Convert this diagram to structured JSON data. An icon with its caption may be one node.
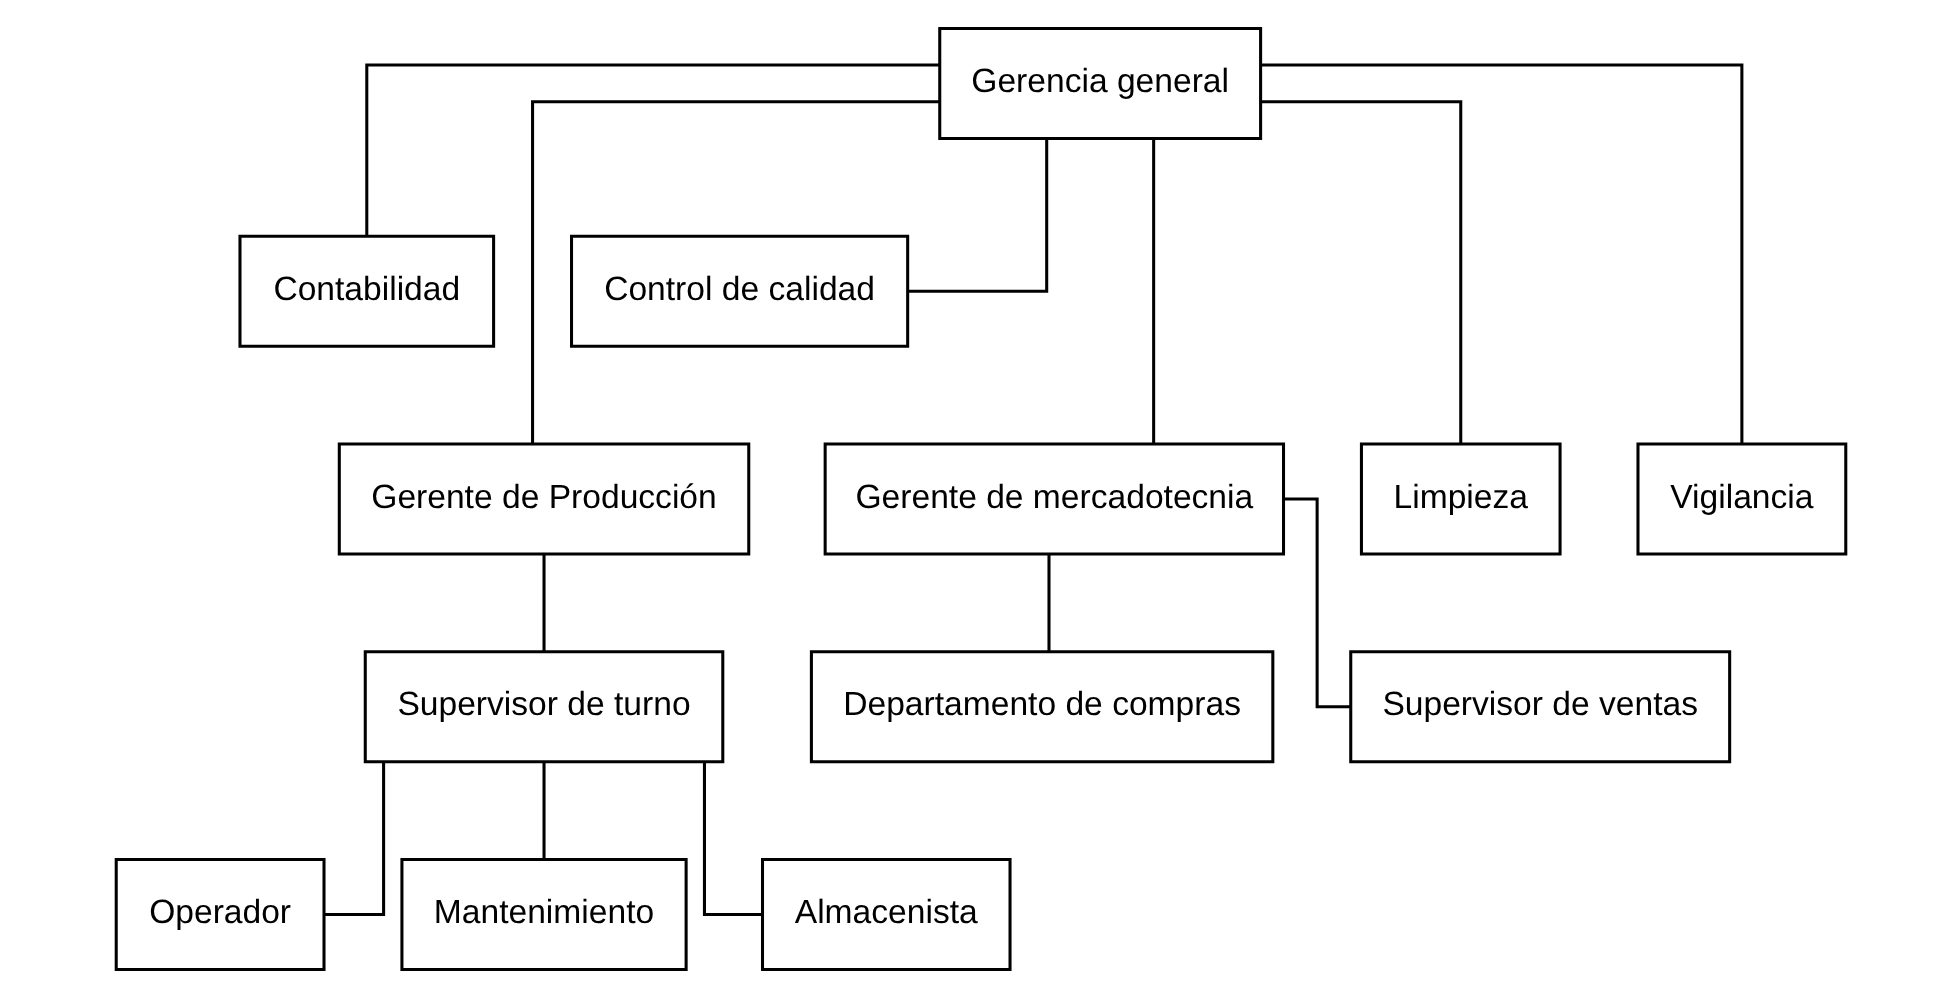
{
  "diagram": {
    "nodes": [
      {
        "text": [
          "Gerencia general"
        ]
      },
      {
        "text": [
          "Contabilidad"
        ]
      },
      {
        "text": [
          "Control de calidad"
        ]
      },
      {
        "text": [
          "Gerente de Producción"
        ]
      },
      {
        "text": [
          "Gerente de mercadotecnia"
        ]
      },
      {
        "text": [
          "Limpieza"
        ]
      },
      {
        "text": [
          "Vigilancia"
        ]
      },
      {
        "text": [
          "Supervisor de turno"
        ]
      },
      {
        "text": [
          "Departamento de compras"
        ]
      },
      {
        "text": [
          "Supervisor de ventas"
        ]
      },
      {
        "text": [
          "Operador"
        ]
      },
      {
        "text": [
          "Mantenimiento"
        ]
      },
      {
        "text": [
          "Almacenista"
        ]
      }
    ],
    "edges": [
      {
        "from": 0,
        "to": 1,
        "arrow": "none"
      },
      {
        "from": 0,
        "to": 2,
        "arrow": "none"
      },
      {
        "from": 0,
        "to": 3,
        "arrow": "none"
      },
      {
        "from": 0,
        "to": 4,
        "arrow": "none"
      },
      {
        "from": 0,
        "to": 5,
        "arrow": "none"
      },
      {
        "from": 0,
        "to": 6,
        "arrow": "none"
      },
      {
        "from": 3,
        "to": 7,
        "arrow": "none"
      },
      {
        "from": 4,
        "to": 8,
        "arrow": "none"
      },
      {
        "from": 4,
        "to": 9,
        "arrow": "none"
      },
      {
        "from": 7,
        "to": 10,
        "arrow": "none"
      },
      {
        "from": 7,
        "to": 11,
        "arrow": "none"
      },
      {
        "from": 7,
        "to": 12,
        "arrow": "none"
      }
    ]
  }
}
